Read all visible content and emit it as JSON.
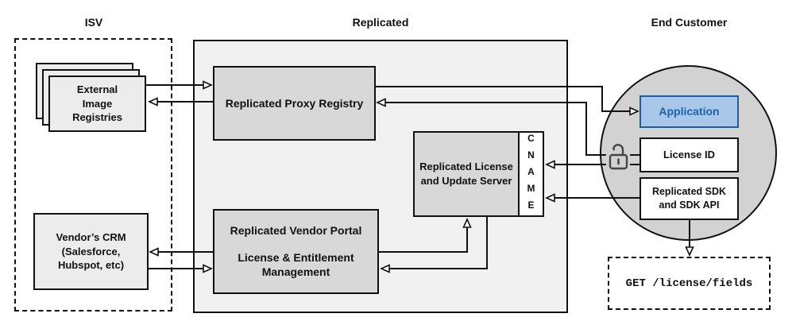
{
  "sections": {
    "isv_title": "ISV",
    "replicated_title": "Replicated",
    "end_customer_title": "End Customer"
  },
  "nodes": {
    "external_image_registries": "External Image Registries",
    "vendors_crm": "Vendor’s CRM (Salesforce, Hubspot, etc)",
    "proxy_registry": "Replicated Proxy Registry",
    "license_update_server": "Replicated License and Update Server",
    "cname": "CNAME",
    "vendor_portal_title": "Replicated Vendor Portal",
    "vendor_portal_subtitle": "License & Entitlement Management",
    "application": "Application",
    "license_id": "License ID",
    "sdk": "Replicated SDK and SDK API",
    "get_endpoint": "GET /license/fields"
  },
  "icons": {
    "lock": "unlocked-padlock-icon"
  },
  "colors": {
    "line": "#111111",
    "panel_gray": "#f1f1f1",
    "node_gray": "#d8d8d8",
    "circle_gray": "#d2d2d2",
    "accent_blue_fill": "#a9c7e8",
    "accent_blue_border": "#1d5d9f",
    "accent_blue_text": "#1e62ab"
  }
}
